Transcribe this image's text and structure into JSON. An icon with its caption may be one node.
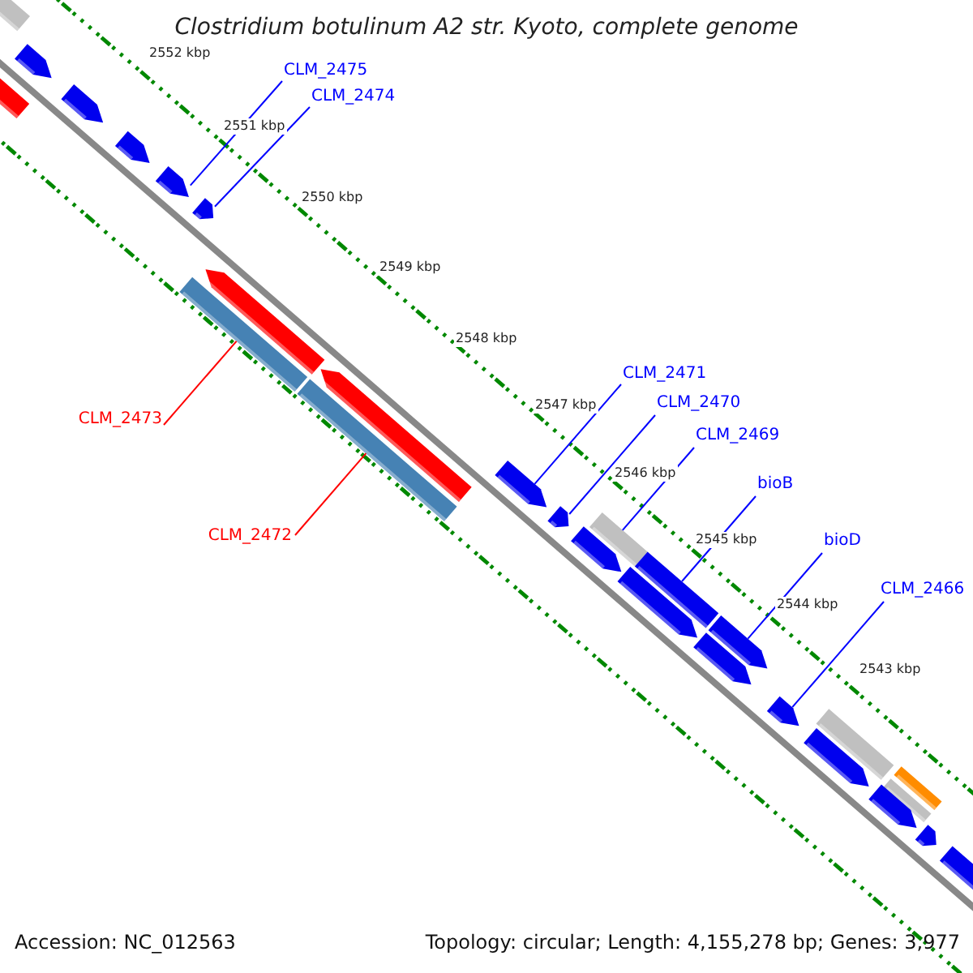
{
  "diagram": {
    "title": "Clostridium botulinum A2 str. Kyoto, complete genome",
    "nodes": [
      {
        "text": [
          "CLM_2475"
        ]
      },
      {
        "text": [
          "CLM_2474"
        ]
      },
      {
        "text": [
          "CLM_2471"
        ]
      },
      {
        "text": [
          "CLM_2470"
        ]
      },
      {
        "text": [
          "CLM_2473"
        ]
      },
      {
        "text": [
          "CLM_2469"
        ]
      },
      {
        "text": [
          "bioB"
        ]
      },
      {
        "text": [
          "CLM_2472"
        ]
      },
      {
        "text": [
          "bioD"
        ]
      },
      {
        "text": [
          "CLM_2466"
        ]
      },
      {
        "text": [],
        "shape": "arrow"
      },
      {
        "text": [],
        "shape": "arrow"
      },
      {
        "text": [],
        "shape": "bar"
      },
      {
        "text": [],
        "shape": "bar"
      },
      {
        "text": [],
        "shape": "arrow"
      },
      {
        "text": [],
        "shape": "arrow"
      },
      {
        "text": [],
        "shape": "bar"
      },
      {
        "text": [],
        "shape": "bar"
      },
      {
        "text": [],
        "shape": "arrow"
      },
      {
        "text": [],
        "shape": "arrow"
      },
      {
        "text": [],
        "shape": "bar"
      },
      {
        "text": [],
        "shape": "arrow"
      },
      {
        "text": [],
        "shape": "arrow"
      },
      {
        "text": [],
        "shape": "arrow"
      },
      {
        "text": [],
        "shape": "arrow"
      },
      {
        "text": [],
        "shape": "arrow"
      },
      {
        "text": [],
        "shape": "arrow"
      },
      {
        "text": [],
        "shape": "bar"
      },
      {
        "text": [],
        "shape": "bar"
      },
      {
        "text": [],
        "shape": "bar"
      },
      {
        "text": [],
        "shape": "arrow"
      },
      {
        "text": [],
        "shape": "arrow"
      },
      {
        "text": [],
        "shape": "arrow"
      },
      {
        "text": [],
        "shape": "arrow"
      },
      {
        "text": [],
        "shape": "arrow"
      },
      {
        "text": [],
        "shape": "arrow"
      },
      {
        "text": [],
        "shape": "arrow"
      }
    ],
    "edges": [
      {
        "from": 0,
        "to": 10,
        "arrow": "none"
      },
      {
        "from": 1,
        "to": 11,
        "arrow": "none"
      },
      {
        "from": 2,
        "to": 14,
        "arrow": "none"
      },
      {
        "from": 3,
        "to": 15,
        "arrow": "none"
      },
      {
        "from": 4,
        "to": 12,
        "arrow": "none",
        "color": "#ff0000"
      },
      {
        "from": 5,
        "to": 16,
        "arrow": "none"
      },
      {
        "from": 6,
        "to": 17,
        "arrow": "none"
      },
      {
        "from": 7,
        "to": 13,
        "arrow": "none",
        "color": "#ff0000"
      },
      {
        "from": 8,
        "to": 18,
        "arrow": "none"
      },
      {
        "from": 9,
        "to": 19,
        "arrow": "none"
      }
    ],
    "labels": [
      "2552 kbp",
      "2551 kbp",
      "2550 kbp",
      "2549 kbp",
      "2548 kbp",
      "2547 kbp",
      "2546 kbp",
      "2545 kbp",
      "2544 kbp",
      "2543 kbp",
      "Accession: NC_012563",
      "Topology: circular; Length: 4,155,278 bp; Genes: 3,977"
    ]
  }
}
